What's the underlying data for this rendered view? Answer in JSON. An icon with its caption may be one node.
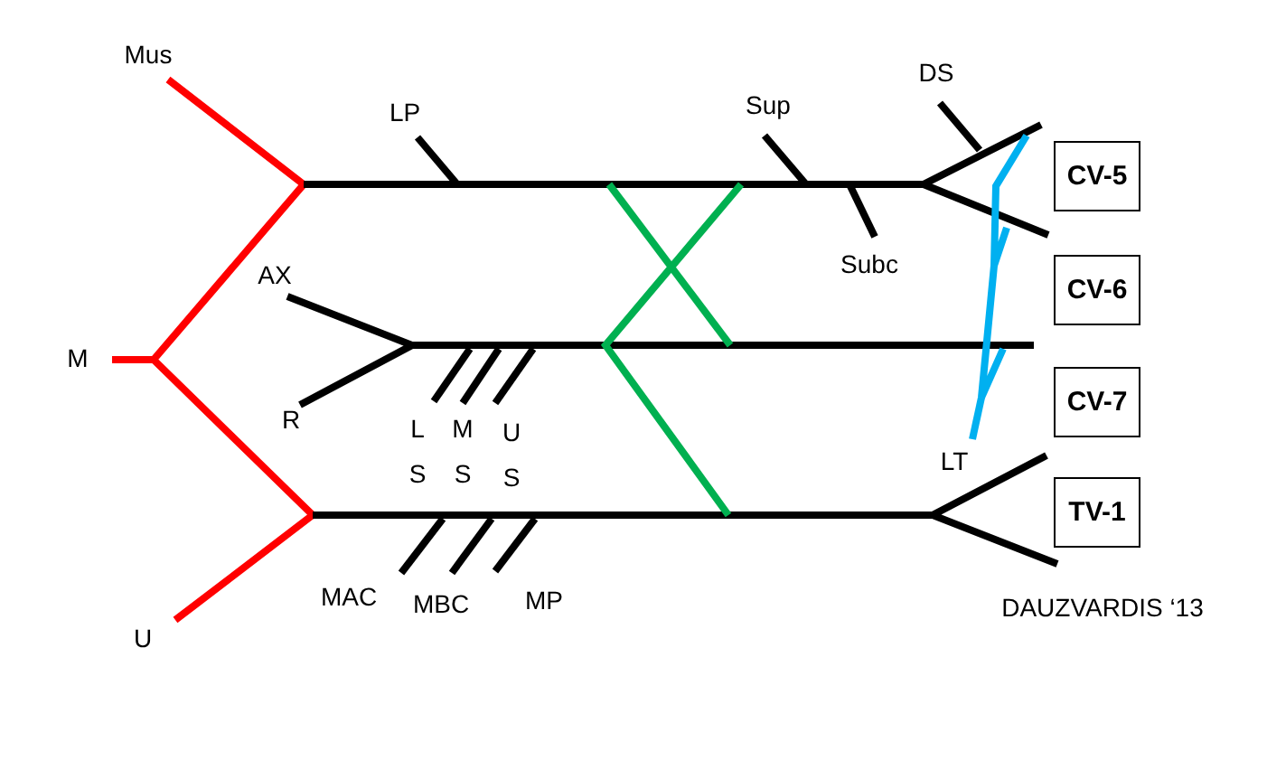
{
  "diagram": {
    "nodes": [
      {
        "text": [
          "CV-5"
        ]
      },
      {
        "text": [
          "CV-6"
        ]
      },
      {
        "text": [
          "CV-7"
        ]
      },
      {
        "text": [
          "TV-1"
        ]
      }
    ],
    "labels": [
      "Mus",
      "DS",
      "LP",
      "Sup",
      "Subc",
      "AX",
      "M",
      "R",
      "L S",
      "M S",
      "U S",
      "LT",
      "MAC",
      "MBC",
      "MP",
      "U",
      "DAUZVARDIS ‘13"
    ]
  }
}
